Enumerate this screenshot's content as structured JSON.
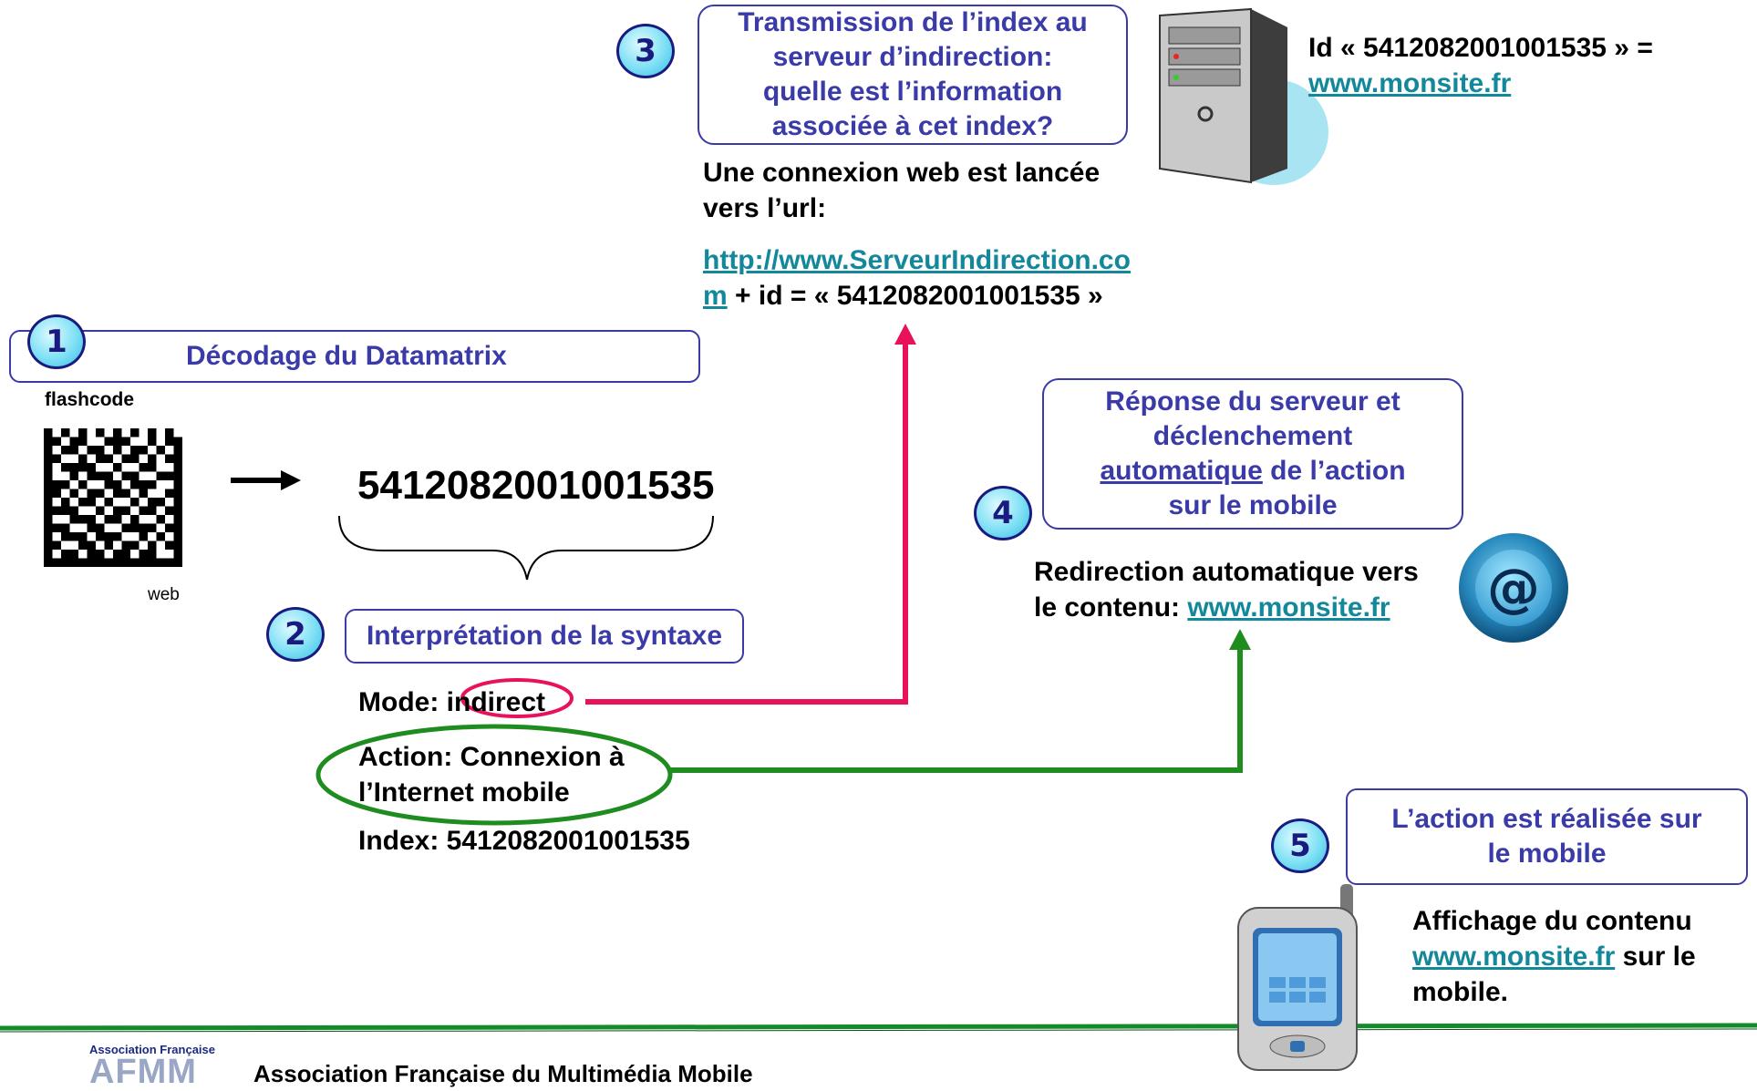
{
  "step1": {
    "number": "1",
    "title": "Décodage du Datamatrix",
    "label_top": "flashcode",
    "label_bottom": "web",
    "code": "5412082001001535"
  },
  "step2": {
    "number": "2",
    "title": "Interprétation de la syntaxe",
    "mode_label": "Mode:",
    "mode_value": "indirect",
    "action_line1": "Action: Connexion à",
    "action_line2": "l’Internet mobile",
    "index": "Index: 5412082001001535"
  },
  "step3": {
    "number": "3",
    "title_lines": [
      "Transmission de l’index au",
      "serveur d’indirection:",
      "quelle est l’information",
      "associée à cet index?"
    ],
    "connect_line1": "Une connexion web est lancée",
    "connect_line2": "vers l’url:",
    "url_part1": "http://www.ServeurIndirection.co",
    "url_part2": "m",
    "url_suffix": " + id = « 5412082001001535 »",
    "server_id": "Id « 5412082001001535 » =",
    "server_url": "www.monsite.fr"
  },
  "step4": {
    "number": "4",
    "title_line1": "Réponse du serveur et",
    "title_line2": "déclenchement",
    "title_line3_link": "automatique",
    "title_line3_rest": " de l’action",
    "title_line4": "sur le mobile",
    "redirect_line1": "Redirection automatique vers",
    "redirect_line2": "le contenu: ",
    "redirect_url": "www.monsite.fr",
    "at_symbol": "@"
  },
  "step5": {
    "number": "5",
    "title_line1": "L’action est réalisée sur",
    "title_line2": "le mobile",
    "display_line1": "Affichage du contenu",
    "display_url": "www.monsite.fr",
    "display_rest": " sur le",
    "display_line3": "mobile."
  },
  "footer": {
    "logo_small": "Association Française",
    "logo_big": "AFMM",
    "org_name": "Association Française du Multimédia Mobile"
  },
  "colors": {
    "box_border": "#3a3aa8",
    "link": "#12889a",
    "pink_arrow": "#e8125c",
    "green_arrow": "#1e8c1e",
    "footer_line": "#128c2a"
  }
}
